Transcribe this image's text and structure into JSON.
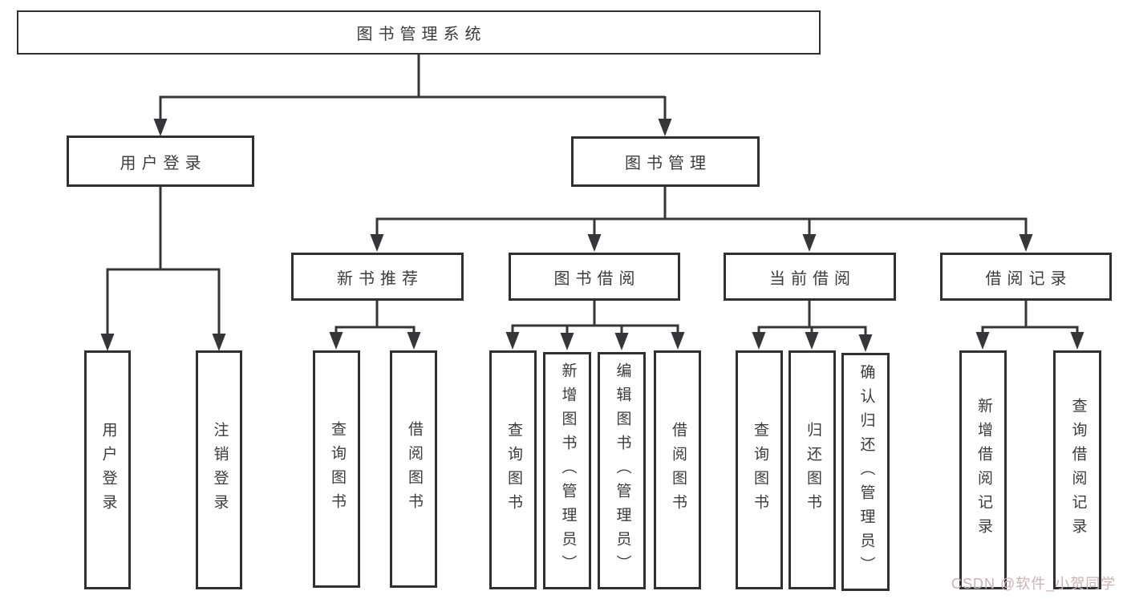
{
  "tree": {
    "root": {
      "label": "图书管理系统",
      "children": [
        {
          "label": "用户登录",
          "children": [
            {
              "label": "用户登录"
            },
            {
              "label": "注销登录"
            }
          ]
        },
        {
          "label": "图书管理",
          "children": [
            {
              "label": "新书推荐",
              "children": [
                {
                  "label": "查询图书"
                },
                {
                  "label": "借阅图书"
                }
              ]
            },
            {
              "label": "图书借阅",
              "children": [
                {
                  "label": "查询图书"
                },
                {
                  "label": "新增图书（管理员）"
                },
                {
                  "label": "编辑图书（管理员）"
                },
                {
                  "label": "借阅图书"
                }
              ]
            },
            {
              "label": "当前借阅",
              "children": [
                {
                  "label": "查询图书"
                },
                {
                  "label": "归还图书"
                },
                {
                  "label": "确认归还（管理员）"
                }
              ]
            },
            {
              "label": "借阅记录",
              "children": [
                {
                  "label": "新增借阅记录"
                },
                {
                  "label": "查询借阅记录"
                }
              ]
            }
          ]
        }
      ]
    }
  },
  "watermark": {
    "text": "CSDN @软件_小贺同学"
  },
  "colors": {
    "border": "#303034",
    "line": "#36363a",
    "text": "#3b3b40",
    "background": "#ffffff",
    "watermark": "#ccb2b2"
  }
}
